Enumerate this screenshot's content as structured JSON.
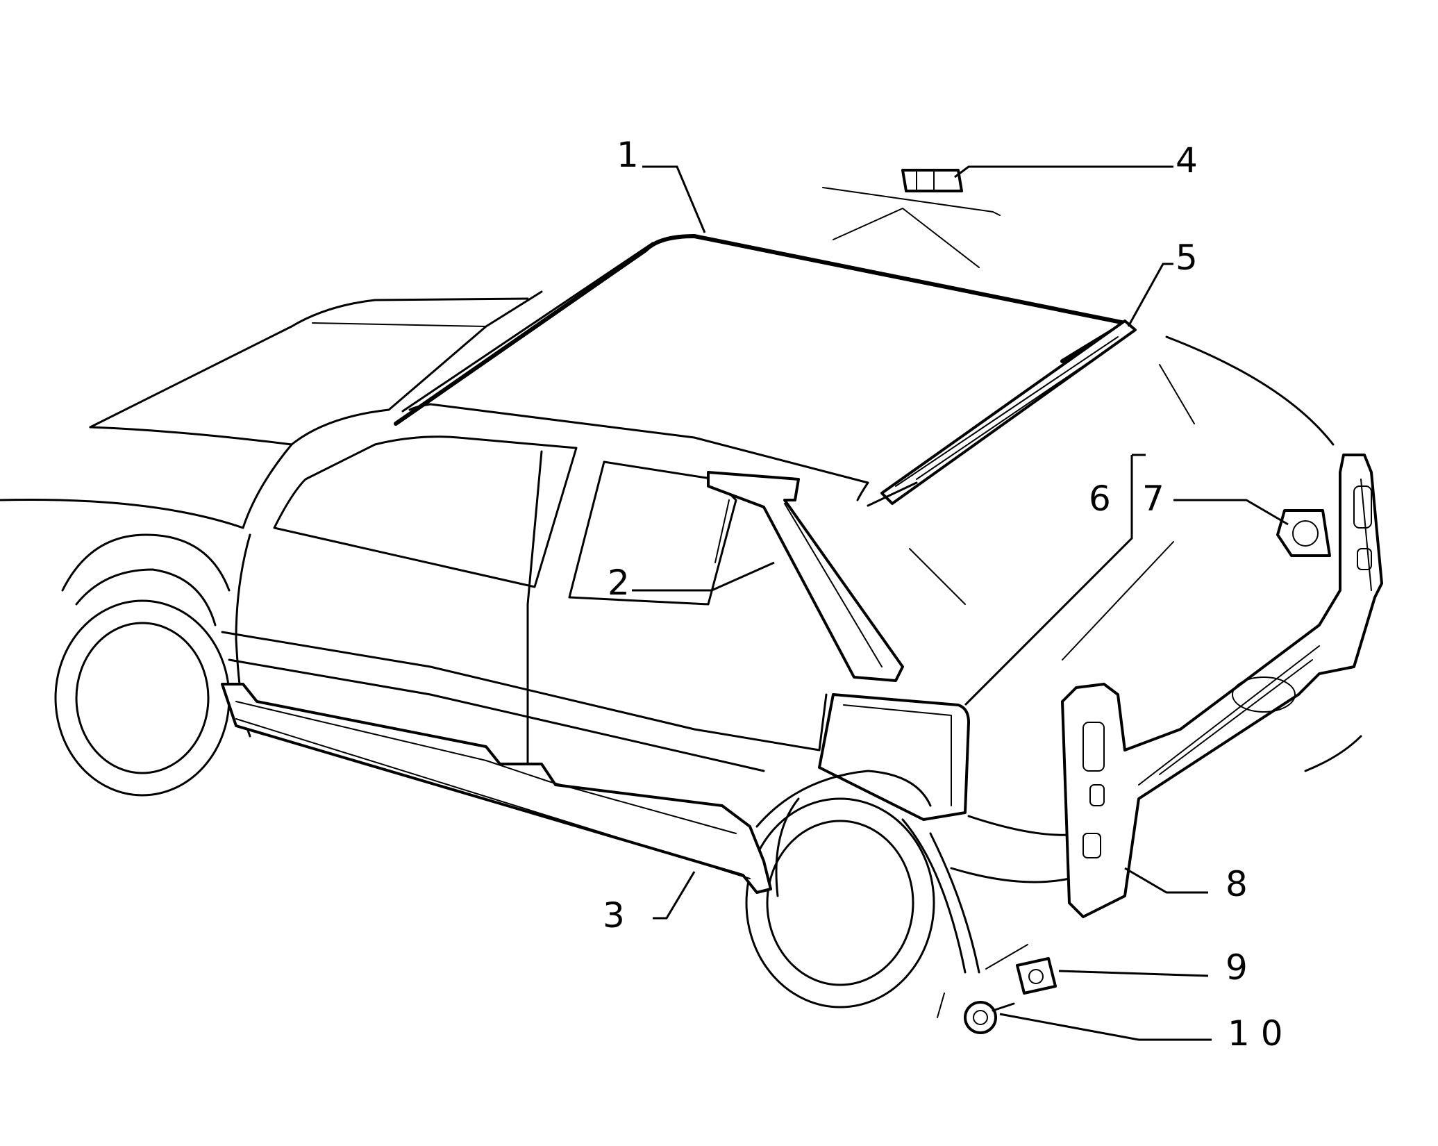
{
  "diagram": {
    "type": "exploded-parts-diagram",
    "callouts": [
      {
        "id": "1",
        "label": "1"
      },
      {
        "id": "2",
        "label": "2"
      },
      {
        "id": "3",
        "label": "3"
      },
      {
        "id": "4",
        "label": "4"
      },
      {
        "id": "5",
        "label": "5"
      },
      {
        "id": "6",
        "label": "6"
      },
      {
        "id": "7",
        "label": "7"
      },
      {
        "id": "8",
        "label": "8"
      },
      {
        "id": "9",
        "label": "9"
      },
      {
        "id": "10",
        "label": "1 0"
      }
    ]
  }
}
